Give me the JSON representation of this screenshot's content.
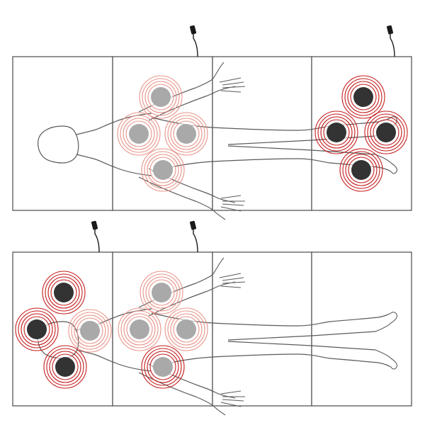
{
  "colors": {
    "background": "#ffffff",
    "mat_outline": "#4a4a4a",
    "body_outline": "#5a5a5a",
    "cord": "#1a1a1a",
    "ring_strong": "#c41e1e",
    "ring_soft": "#e8948a",
    "node_active": "#333333",
    "node_inactive": "#a9a9a9"
  },
  "mats": [
    {
      "id": "mat-top",
      "panels": 4,
      "active_panels": [
        2,
        4
      ],
      "cords": 2,
      "zones": [
        {
          "panel": 2,
          "node": "inactive",
          "intensity": "soft"
        },
        {
          "panel": 2,
          "node": "inactive",
          "intensity": "soft"
        },
        {
          "panel": 2,
          "node": "inactive",
          "intensity": "soft"
        },
        {
          "panel": 2,
          "node": "inactive",
          "intensity": "soft"
        },
        {
          "panel": 4,
          "node": "active",
          "intensity": "strong"
        },
        {
          "panel": 4,
          "node": "active",
          "intensity": "strong"
        },
        {
          "panel": 4,
          "node": "active",
          "intensity": "strong"
        },
        {
          "panel": 4,
          "node": "active",
          "intensity": "strong"
        }
      ]
    },
    {
      "id": "mat-bottom",
      "panels": 4,
      "active_panels": [
        1,
        2
      ],
      "cords": 2,
      "zones": [
        {
          "panel": 1,
          "node": "active",
          "intensity": "strong"
        },
        {
          "panel": 1,
          "node": "active",
          "intensity": "strong"
        },
        {
          "panel": 1,
          "node": "inactive",
          "intensity": "soft"
        },
        {
          "panel": 1,
          "node": "active",
          "intensity": "strong"
        },
        {
          "panel": 2,
          "node": "inactive",
          "intensity": "soft"
        },
        {
          "panel": 2,
          "node": "inactive",
          "intensity": "soft"
        },
        {
          "panel": 2,
          "node": "inactive",
          "intensity": "soft"
        },
        {
          "panel": 2,
          "node": "inactive",
          "intensity": "strong"
        }
      ]
    }
  ]
}
